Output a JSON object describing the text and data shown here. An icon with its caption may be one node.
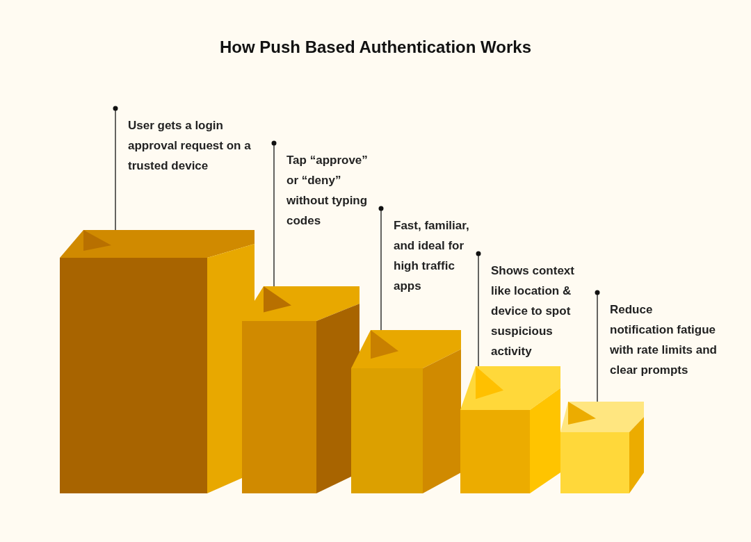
{
  "diagram": {
    "title": "How Push Based Authentication Works",
    "nodes": [
      {
        "text": [
          "User gets a login approval request on a trusted device"
        ]
      },
      {
        "text": [
          "Tap “approve” or “deny” without typing codes"
        ]
      },
      {
        "text": [
          "Fast, familiar, and ideal for high traffic apps"
        ]
      },
      {
        "text": [
          "Shows context like location & device to spot suspicious activity"
        ]
      },
      {
        "text": [
          "Reduce notification fatigue with rate limits and clear prompts"
        ]
      },
      {
        "text": [],
        "shape": "box"
      },
      {
        "text": [],
        "shape": "box"
      },
      {
        "text": [],
        "shape": "box"
      },
      {
        "text": [],
        "shape": "box"
      },
      {
        "text": [],
        "shape": "box"
      }
    ],
    "edges": [
      {
        "from": 0,
        "to": 5,
        "arrow": "other"
      },
      {
        "from": 1,
        "to": 6,
        "arrow": "other"
      },
      {
        "from": 2,
        "to": 7,
        "arrow": "other"
      },
      {
        "from": 3,
        "to": 8,
        "arrow": "other"
      },
      {
        "from": 4,
        "to": 9,
        "arrow": "other"
      }
    ]
  }
}
